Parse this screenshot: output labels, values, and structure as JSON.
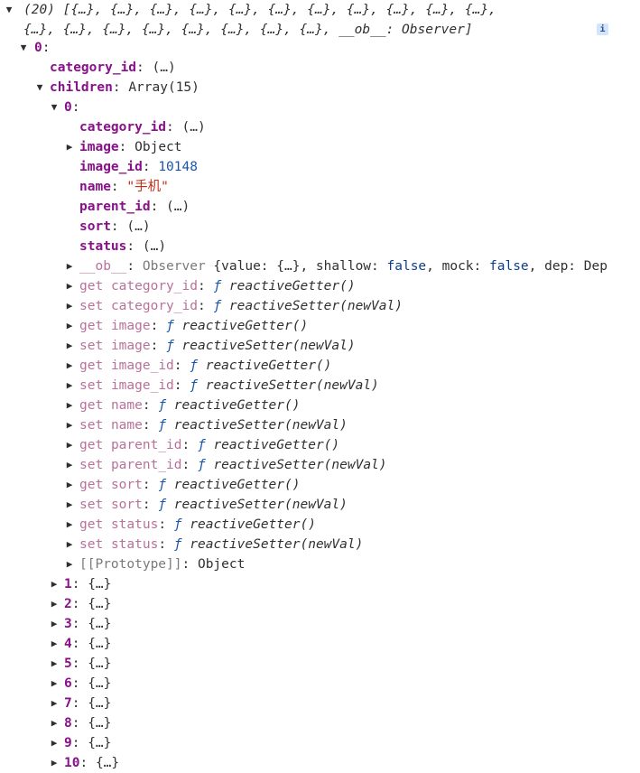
{
  "root": {
    "summary_line1": "(20) [{…}, {…}, {…}, {…}, {…}, {…}, {…}, {…}, {…}, {…}, {…},",
    "summary_line2": "{…}, {…}, {…}, {…}, {…}, {…}, {…}, {…}, __ob__: Observer]",
    "info_badge": "i"
  },
  "item0": {
    "index": "0",
    "category_id_key": "category_id",
    "ellipsis": "(…)",
    "children_key": "children",
    "children_value": "Array(15)",
    "child0": {
      "index": "0",
      "category_id_key": "category_id",
      "image_key": "image",
      "image_value": "Object",
      "image_id_key": "image_id",
      "image_id_value": "10148",
      "name_key": "name",
      "name_value": "\"手机\"",
      "parent_id_key": "parent_id",
      "sort_key": "sort",
      "status_key": "status",
      "ob_key": "__ob__",
      "ob_value": "Observer",
      "ob_preview": " {value: {…}, shallow: ",
      "ob_false1": "false",
      "ob_mock": ", mock: ",
      "ob_false2": "false",
      "ob_dep": ", dep: Dep",
      "accessors": [
        {
          "kind": "get",
          "prop": "category_id",
          "fn": "reactiveGetter()"
        },
        {
          "kind": "set",
          "prop": "category_id",
          "fn": "reactiveSetter(newVal)"
        },
        {
          "kind": "get",
          "prop": "image",
          "fn": "reactiveGetter()"
        },
        {
          "kind": "set",
          "prop": "image",
          "fn": "reactiveSetter(newVal)"
        },
        {
          "kind": "get",
          "prop": "image_id",
          "fn": "reactiveGetter()"
        },
        {
          "kind": "set",
          "prop": "image_id",
          "fn": "reactiveSetter(newVal)"
        },
        {
          "kind": "get",
          "prop": "name",
          "fn": "reactiveGetter()"
        },
        {
          "kind": "set",
          "prop": "name",
          "fn": "reactiveSetter(newVal)"
        },
        {
          "kind": "get",
          "prop": "parent_id",
          "fn": "reactiveGetter()"
        },
        {
          "kind": "set",
          "prop": "parent_id",
          "fn": "reactiveSetter(newVal)"
        },
        {
          "kind": "get",
          "prop": "sort",
          "fn": "reactiveGetter()"
        },
        {
          "kind": "set",
          "prop": "sort",
          "fn": "reactiveSetter(newVal)"
        },
        {
          "kind": "get",
          "prop": "status",
          "fn": "reactiveGetter()"
        },
        {
          "kind": "set",
          "prop": "status",
          "fn": "reactiveSetter(newVal)"
        }
      ],
      "fsym": "ƒ",
      "prototype_key": "[[Prototype]]",
      "prototype_value": "Object"
    },
    "collapsed_children": [
      {
        "index": "1",
        "value": "{…}"
      },
      {
        "index": "2",
        "value": "{…}"
      },
      {
        "index": "3",
        "value": "{…}"
      },
      {
        "index": "4",
        "value": "{…}"
      },
      {
        "index": "5",
        "value": "{…}"
      },
      {
        "index": "6",
        "value": "{…}"
      },
      {
        "index": "7",
        "value": "{…}"
      },
      {
        "index": "8",
        "value": "{…}"
      },
      {
        "index": "9",
        "value": "{…}"
      },
      {
        "index": "10",
        "value": "{…}"
      }
    ]
  }
}
